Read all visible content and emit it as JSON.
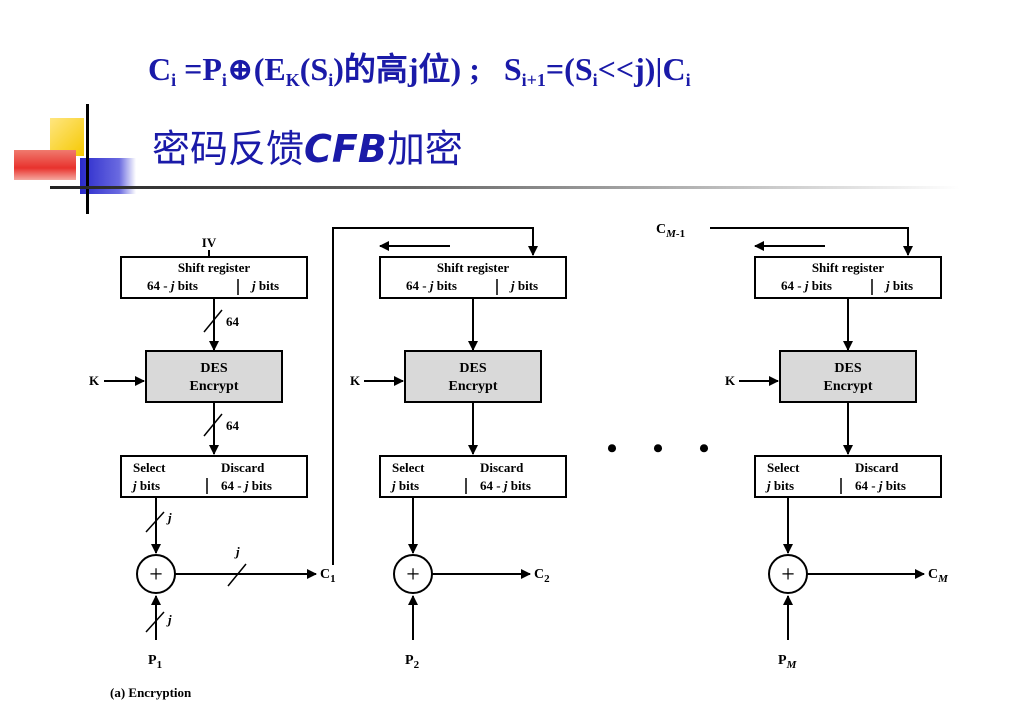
{
  "header": {
    "formula_html": "C<sub>i</sub> =P<sub>i</sub>⊕(E<sub>K</sub>(S<sub>i</sub>)的高j位) ;&nbsp;&nbsp; S<sub>i+1</sub>=(S<sub>i</sub>&lt;&lt;j)|C<sub>i</sub>",
    "title_prefix": "密码反馈",
    "title_bold": "CFB",
    "title_suffix": "加密"
  },
  "diagram": {
    "caption": "(a) Encryption",
    "iv_label": "IV",
    "cm1_label": "C",
    "cm1_sub": "M",
    "cm1_suffix": "-1",
    "shift_register": "Shift register",
    "sr_left": "64 - ",
    "sr_j": "j",
    "sr_bits": " bits",
    "sr_right_j": "j",
    "sr_right_bits": " bits",
    "des": "DES",
    "encrypt": "Encrypt",
    "k": "K",
    "select": "Select",
    "discard": "Discard",
    "sel_j": "j",
    "sel_bits": " bits",
    "dis_left": "64 - ",
    "dis_j": "j",
    "dis_bits": " bits",
    "width_64": "64",
    "width_j": "j",
    "xor": "+",
    "stages": [
      {
        "p_base": "P",
        "p_sub": "1",
        "c_base": "C",
        "c_sub": "1"
      },
      {
        "p_base": "P",
        "p_sub": "2",
        "c_base": "C",
        "c_sub": "2"
      },
      {
        "p_base": "P",
        "p_sub": "M",
        "c_base": "C",
        "c_sub": "M"
      }
    ],
    "ellipsis": "• • •"
  },
  "colors": {
    "title": "#1a1aa8",
    "box_fill": "#d9d9d9",
    "deco_yellow": "#f5c800",
    "deco_red": "#e8322d",
    "deco_blue": "#2a2acc"
  }
}
